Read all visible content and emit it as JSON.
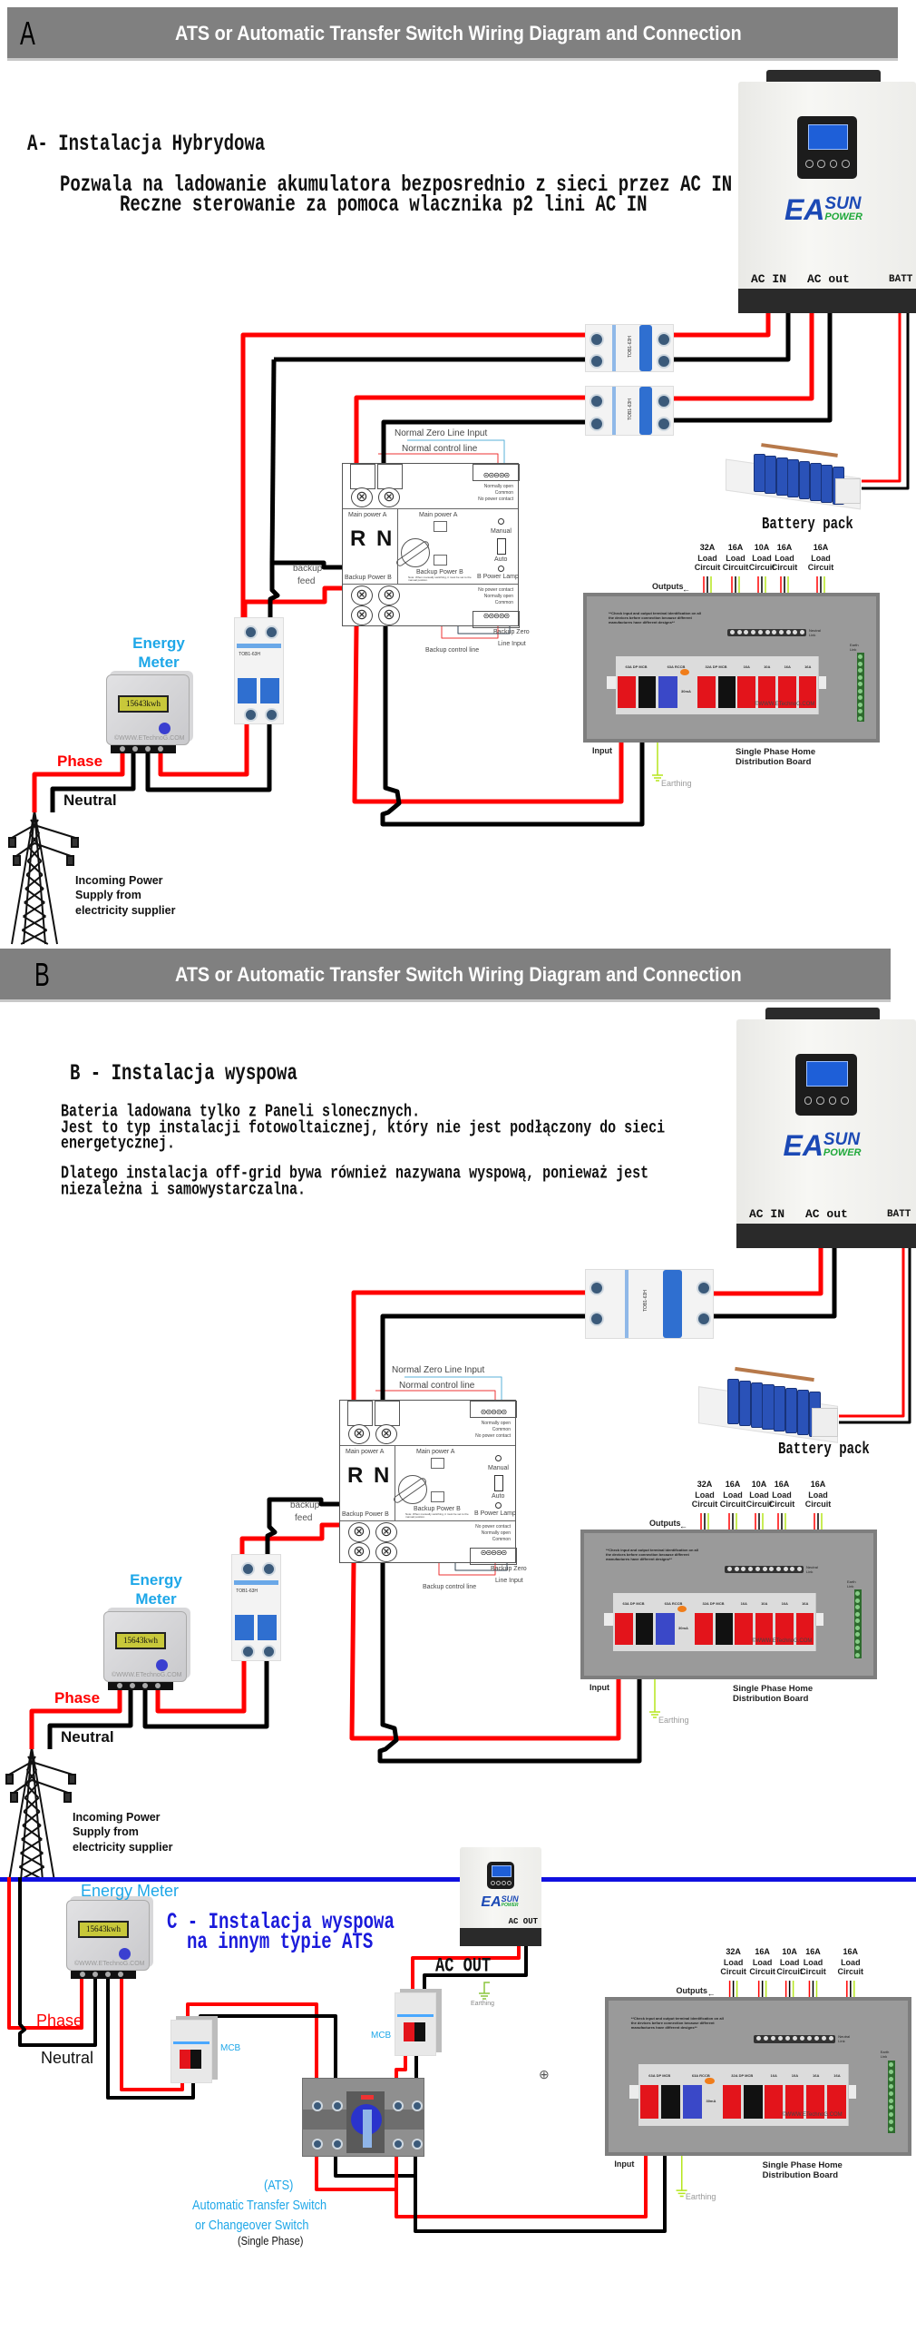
{
  "section_a": {
    "letter": "A",
    "title": "ATS or Automatic Transfer Switch Wiring Diagram and Connection",
    "heading": "A- Instalacja Hybrydowa",
    "lines": [
      "Pozwala na ladowanie akumulatora bezposrednio z sieci przez AC IN",
      "Reczne sterowanie za pomoca wlacznika p2 lini AC IN"
    ]
  },
  "section_b": {
    "letter": "B",
    "title": "ATS or Automatic Transfer Switch Wiring Diagram and Connection",
    "heading": "B - Instalacja wyspowa",
    "paragraph1": [
      "Bateria ladowana tylko z Paneli slonecznych.",
      "Jest to typ instalacji fotowoltaicznej, który nie jest podłączony do sieci",
      "energetycznej."
    ],
    "paragraph2": [
      "Dlatego instalacja off-grid bywa również nazywana wyspową, ponieważ jest",
      "niezależna i samowystarczalna."
    ]
  },
  "section_c": {
    "heading": [
      "C - Instalacja wyspowa",
      "na innym typie ATS"
    ],
    "ac_out": "AC OUT",
    "mcb": "MCB",
    "earthing": "Earthing",
    "ats_labels": [
      "(ATS)",
      "Automatic Transfer Switch",
      "or Changeover Switch",
      "(Single Phase)"
    ]
  },
  "inverter": {
    "brand_ea": "EA",
    "brand_sun": "SUN",
    "brand_power": "POWER",
    "ports": [
      "AC  IN",
      "AC out",
      "BATT"
    ],
    "port_out": "AC  OUT"
  },
  "ats_module": {
    "normal_zero": "Normal Zero Line Input",
    "normal_control": "Normal control line",
    "contacts_top": [
      "Normally open",
      "Common",
      "No power contact"
    ],
    "main_power_a": "Main power A",
    "r": "R",
    "n": "N",
    "manual": "Manual",
    "auto": "Auto",
    "backup_power_b": "Backup Power B",
    "note": "Note: When manually switching, it must be set to the manual position.",
    "b_power_lamp": "B Power Lamp",
    "contacts_bottom": [
      "No power contact",
      "Normally open",
      "Common"
    ],
    "backup_zero": [
      "Backup Zero",
      "Line Input"
    ],
    "backup_control": "Backup control line",
    "backup_feed": [
      "backup",
      "feed"
    ]
  },
  "battery": "Battery pack",
  "board": {
    "outputs": "Outputs",
    "circuits": [
      {
        "amp": "32A",
        "label": "Load Circuit"
      },
      {
        "amp": "16A",
        "label": "Load Circuit"
      },
      {
        "amp": "10A",
        "label": "Load Circuit"
      },
      {
        "amp": "16A",
        "label": "Load Circuit"
      },
      {
        "amp": "16A",
        "label": "Load Circuit"
      }
    ],
    "note": "**Check input and output terminal identification on all the devices before connection because different manufactures have different designs**",
    "breakers": [
      "63A DP MCB",
      "63A RCCB",
      "32A DP MCB",
      "16A",
      "10A",
      "16A",
      "16A"
    ],
    "rccb_rating": "30mA",
    "neutral_link": "Neutral Link",
    "earth_link": "Earth Link",
    "watermark": "©WWW.ETechnoG.COM",
    "input": "Input",
    "earthing": "Earthing",
    "title": "Single Phase Home Distribution Board"
  },
  "meter": {
    "label": "Energy Meter",
    "reading": "15643kwh",
    "watermark": "©WWW.ETechnoG.COM"
  },
  "mcb_brand": "TOB1-63H",
  "supply": {
    "phase": "Phase",
    "neutral": "Neutral",
    "incoming": "Incoming Power Supply from electricity supplier"
  },
  "colors": {
    "header": "#808080",
    "phase_wire": "#ff0000",
    "neutral_wire": "#000000",
    "earth_wire": "#b5e61d",
    "meter_label": "#1ea7e8",
    "section_c_heading": "#1a1adb",
    "divider": "#1010e0",
    "breaker_blue": "#2f6fd0"
  },
  "icons": [
    "zoom-in-icon",
    "earth-ground-icon",
    "transmission-tower-icon"
  ]
}
